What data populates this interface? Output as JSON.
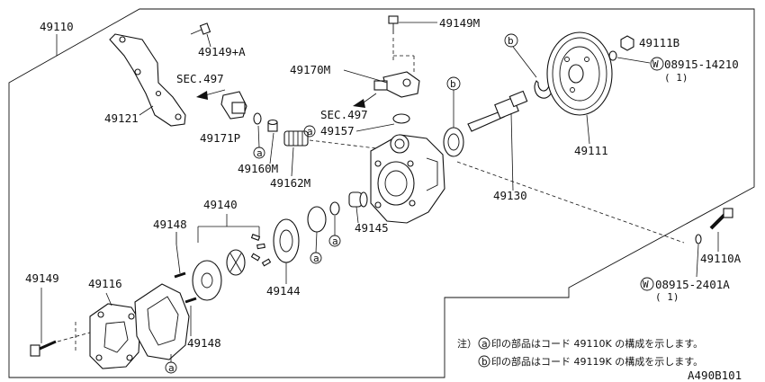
{
  "diagram": {
    "callouts": {
      "assembly": "49110",
      "bracket": "49121",
      "bolt_a": "49149+A",
      "sec_left": "SEC.497",
      "connector": "49171P",
      "oring_left": "49160M",
      "spring": "49162M",
      "bolt_top": "49149M",
      "fitting": "49170M",
      "sec_right": "SEC.497",
      "oring_mid": "49157",
      "nut": "49111B",
      "washer_top": "08915-14210",
      "washer_top_qty": "( 1)",
      "pulley": "49111",
      "shaft": "49130",
      "rotor_group": "49140",
      "pin_upper": "49148",
      "pin_lower": "49148",
      "cam_ring": "49144",
      "valve": "49145",
      "bolt_bottom": "49149",
      "cover": "49116",
      "bolt_right": "49110A",
      "washer_bottom": "08915-2401A",
      "washer_bottom_qty": "( 1)",
      "marker_a": "a",
      "marker_b": "b",
      "marker_w": "W"
    },
    "notes": {
      "line1_prefix": "注）",
      "line1": "印の部品はコード 49110K の構成を示します。",
      "line2": "印の部品はコード 49119K の構成を示します。"
    },
    "figure_code": "A490B101"
  }
}
